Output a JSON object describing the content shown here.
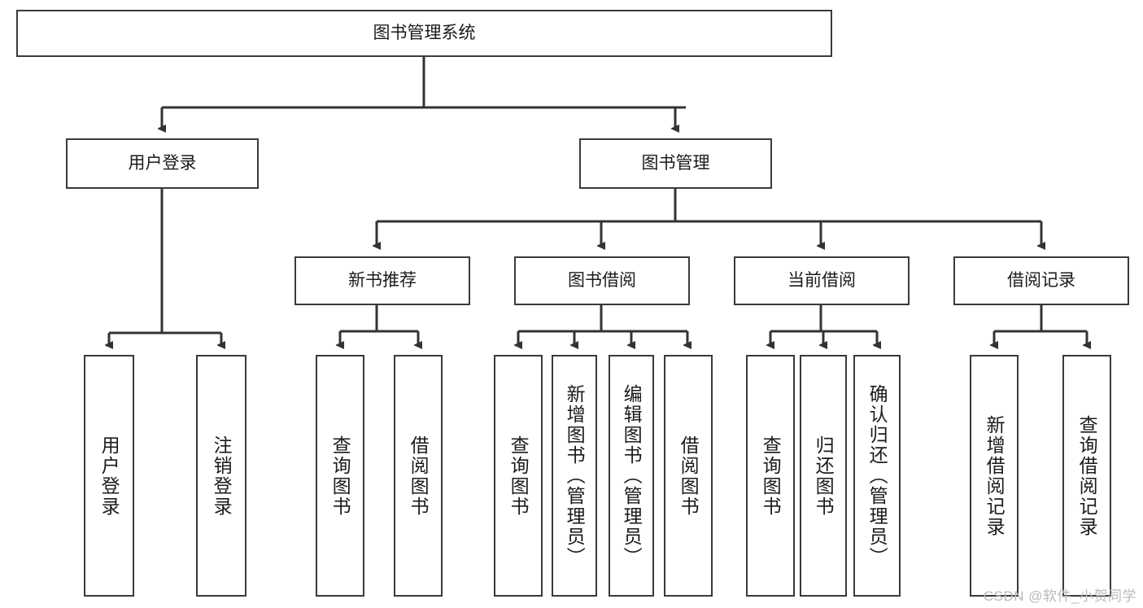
{
  "diagram": {
    "title_text": "图书管理系统",
    "watermark": "CSDN @软件_小贺同学",
    "colors": {
      "box_border": "#3a3a3a",
      "edge_line": "#333333",
      "background": "#ffffff",
      "text": "#1b1b1b",
      "watermark": "#b9b9b9"
    },
    "nodes": {
      "root": {
        "label": "图书管理系统"
      },
      "level2": [
        {
          "label": "用户登录"
        },
        {
          "label": "图书管理"
        }
      ],
      "level3": [
        {
          "label": "新书推荐"
        },
        {
          "label": "图书借阅"
        },
        {
          "label": "当前借阅"
        },
        {
          "label": "借阅记录"
        }
      ],
      "leaves": {
        "user_login": [
          {
            "label": "用户登录"
          },
          {
            "label": "注销登录"
          }
        ],
        "new_book_recommend": [
          {
            "label": "查询图书"
          },
          {
            "label": "借阅图书"
          }
        ],
        "book_borrow": [
          {
            "label": "查询图书"
          },
          {
            "label": "新增图书（管理员）"
          },
          {
            "label": "编辑图书（管理员）"
          },
          {
            "label": "借阅图书"
          }
        ],
        "current_borrow": [
          {
            "label": "查询图书"
          },
          {
            "label": "归还图书"
          },
          {
            "label": "确认归还（管理员）"
          }
        ],
        "borrow_record": [
          {
            "label": "新增借阅记录"
          },
          {
            "label": "查询借阅记录"
          }
        ]
      }
    }
  }
}
